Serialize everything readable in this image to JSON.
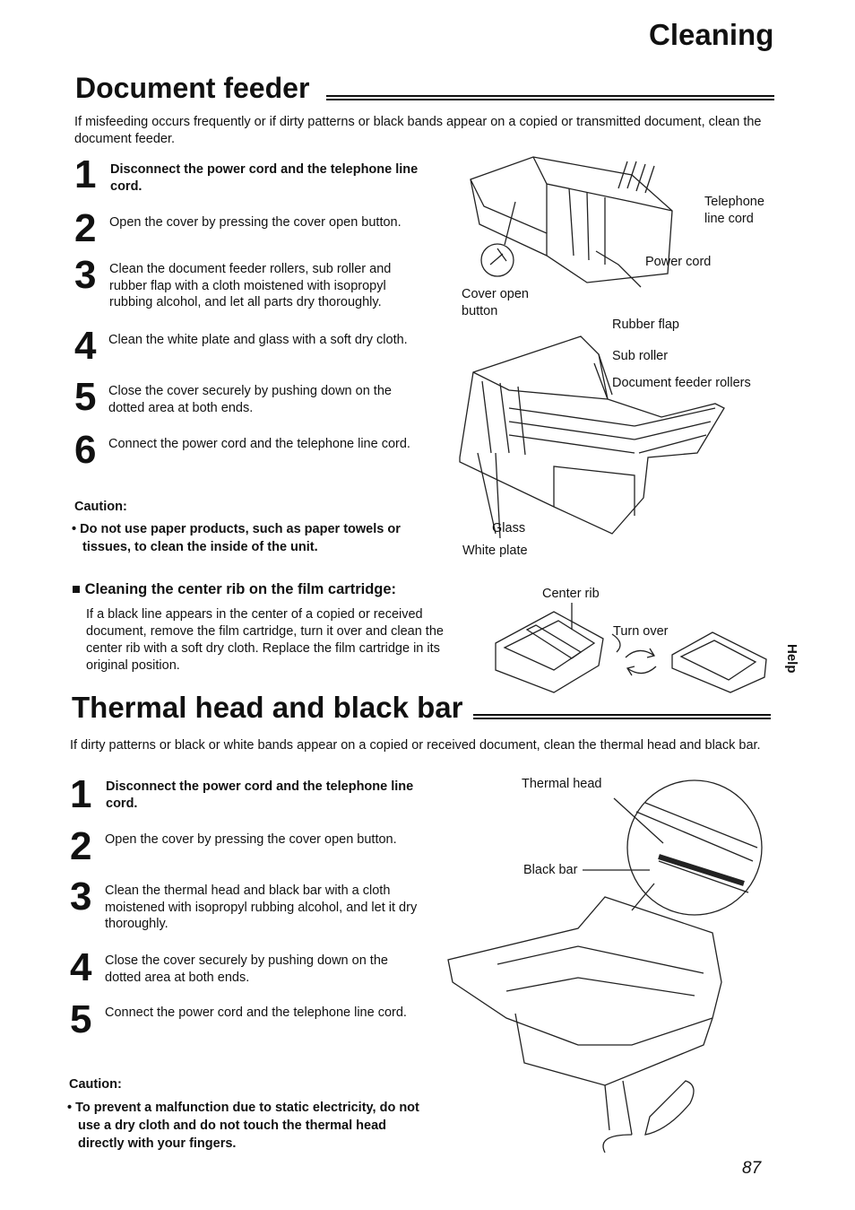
{
  "header": {
    "section": "Cleaning"
  },
  "document_feeder": {
    "title": "Document feeder",
    "intro": "If misfeeding occurs frequently or if dirty patterns or black bands appear on a copied or transmitted document, clean the document feeder.",
    "steps": [
      {
        "num": "1",
        "text": "Disconnect the power cord and the telephone line cord."
      },
      {
        "num": "2",
        "text": "Open the cover by pressing the cover open button."
      },
      {
        "num": "3",
        "text": "Clean the document feeder rollers, sub roller and rubber flap with a cloth moistened with isopropyl rubbing alcohol, and let all parts dry thoroughly."
      },
      {
        "num": "4",
        "text": "Clean the white plate and glass with a soft dry cloth."
      },
      {
        "num": "5",
        "text": "Close the cover securely by pushing down on the dotted area at both ends."
      },
      {
        "num": "6",
        "text": "Connect the power cord and the telephone line cord."
      }
    ],
    "caution_title": "Caution:",
    "caution_text": "Do not use paper products, such as paper towels or tissues, to clean the inside of the unit.",
    "labels": {
      "telephone_line_cord": "Telephone line cord",
      "power_cord": "Power cord",
      "cover_open_button": "Cover open button",
      "rubber_flap": "Rubber flap",
      "sub_roller": "Sub roller",
      "document_feeder_rollers": "Document feeder rollers",
      "glass": "Glass",
      "white_plate": "White plate"
    }
  },
  "center_rib": {
    "heading": "Cleaning the center rib on the film cartridge:",
    "text": "If a black line appears in the center of a copied or received document, remove the film cartridge, turn it over and clean the center rib with a soft dry cloth. Replace the film cartridge in its original position.",
    "labels": {
      "center_rib": "Center rib",
      "turn_over": "Turn over"
    }
  },
  "thermal_head": {
    "title": "Thermal head and black bar",
    "intro": "If dirty patterns or black or white bands appear on a copied or received document, clean the thermal head and black bar.",
    "steps": [
      {
        "num": "1",
        "text": "Disconnect the power cord and the telephone line cord."
      },
      {
        "num": "2",
        "text": "Open the cover by pressing the cover open button."
      },
      {
        "num": "3",
        "text": "Clean the thermal head and black bar with a cloth moistened with isopropyl rubbing alcohol, and let it dry thoroughly."
      },
      {
        "num": "4",
        "text": "Close the cover securely by pushing down on the dotted area at both ends."
      },
      {
        "num": "5",
        "text": "Connect the power cord and the telephone line cord."
      }
    ],
    "caution_title": "Caution:",
    "caution_text": "To prevent a malfunction due to static electricity, do not use a dry cloth and do not touch the thermal head directly with your fingers.",
    "labels": {
      "thermal_head": "Thermal head",
      "black_bar": "Black bar"
    }
  },
  "side_tab": "Help",
  "page_number": "87"
}
